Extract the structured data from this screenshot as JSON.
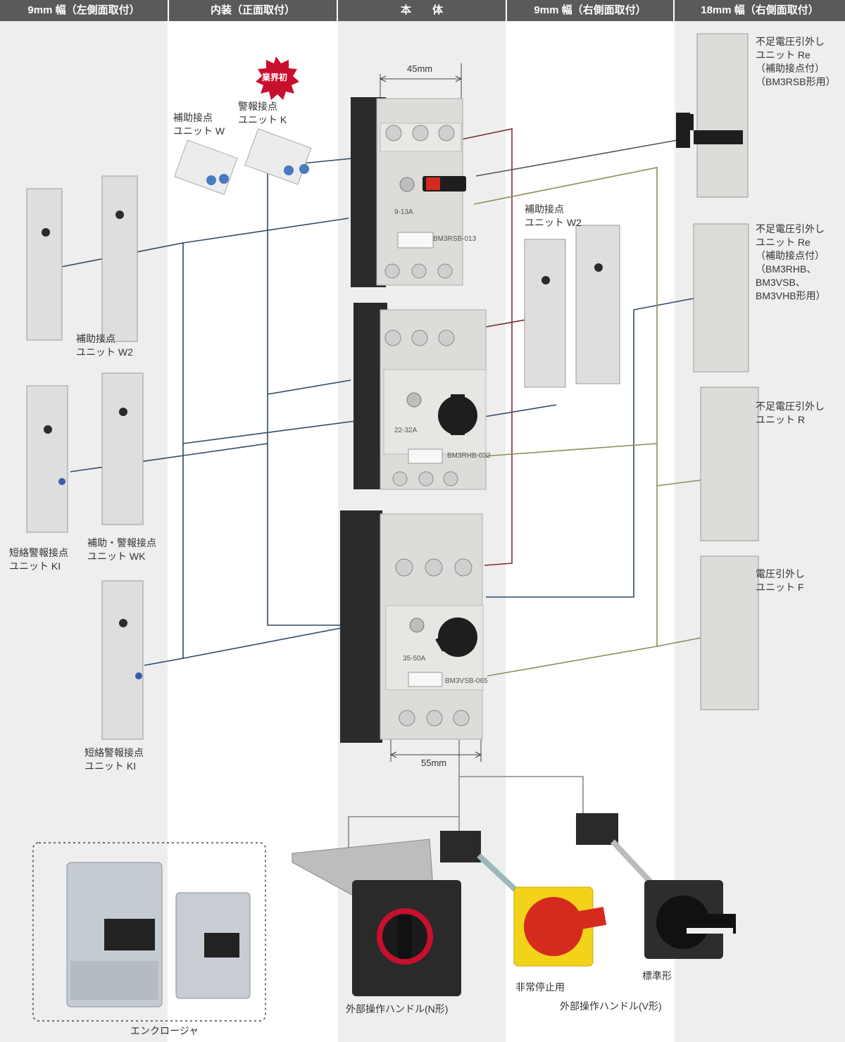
{
  "columns": [
    {
      "header": "9mm 幅（左側面取付）"
    },
    {
      "header": "内装（正面取付）"
    },
    {
      "header": "本　　体"
    },
    {
      "header": "9mm 幅（右側面取付）"
    },
    {
      "header": "18mm 幅（右側面取付）"
    }
  ],
  "colors": {
    "header_bg": "#5a5a5a",
    "band_gray": "#eeeeee",
    "line_blue": "#2e4a66",
    "line_red": "#7a2e35",
    "line_olive": "#8a8f5a",
    "line_gray": "#555555",
    "badge_red": "#c8102e"
  },
  "labels": {
    "w2_left": "補助接点\nユニット W2",
    "ki_left": "短絡警報接点\nユニット KI",
    "wk_left": "補助・警報接点\nユニット WK",
    "ki_bottom": "短絡警報接点\nユニット KI",
    "internal_w": "補助接点\nユニット W",
    "internal_k": "警報接点\nユニット K",
    "badge": "業界初",
    "w2_right": "補助接点\nユニット W2",
    "re_top": "不足電圧引外し\nユニット Re\n（補助接点付）\n（BM3RSB形用）",
    "re_mid": "不足電圧引外し\nユニット Re\n（補助接点付）\n（BM3RHB、\nBM3VSB、\nBM3VHB形用）",
    "r_unit": "不足電圧引外し\nユニット R",
    "f_unit": "電圧引外し\nユニット F",
    "dim_45": "45mm",
    "dim_55": "55mm",
    "handle_n": "外部操作ハンドル(N形)",
    "emergency": "非常停止用",
    "standard": "標準形",
    "handle_v": "外部操作ハンドル(V形)",
    "enclosure": "エンクロージャ"
  },
  "body_models": [
    "BM3RSB-013",
    "BM3RHB-032",
    "BM3VSB-065"
  ],
  "ratings": [
    "9-13A",
    "22-32A",
    "35-50A"
  ]
}
